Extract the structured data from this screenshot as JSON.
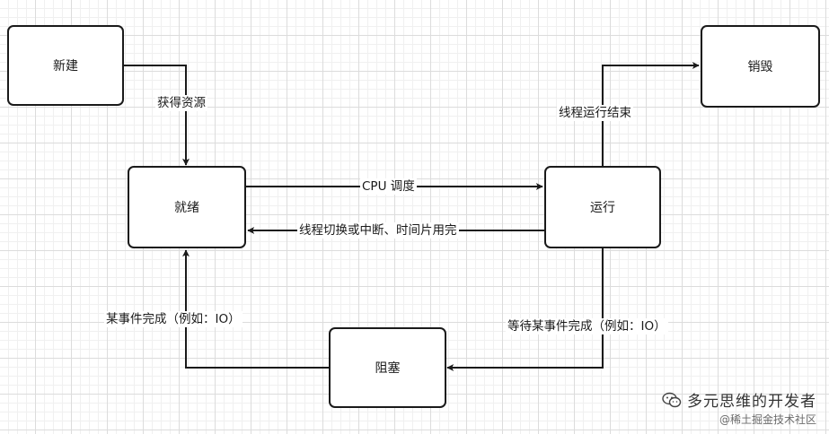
{
  "nodes": {
    "new": "新建",
    "ready": "就绪",
    "running": "运行",
    "destroyed": "销毁",
    "blocked": "阻塞"
  },
  "edges": {
    "new_to_ready": "获得资源",
    "ready_to_running": "CPU 调度",
    "running_to_ready": "线程切换或中断、时间片用完",
    "running_to_destroyed": "线程运行结束",
    "running_to_blocked": "等待某事件完成（例如：IO）",
    "blocked_to_ready": "某事件完成（例如：IO）"
  },
  "watermark": {
    "title": "多元思维的开发者",
    "subtitle": "@稀土掘金技术社区",
    "icon": "wechat-icon"
  },
  "colors": {
    "stroke": "#1a1a1a",
    "background": "#ffffff"
  }
}
